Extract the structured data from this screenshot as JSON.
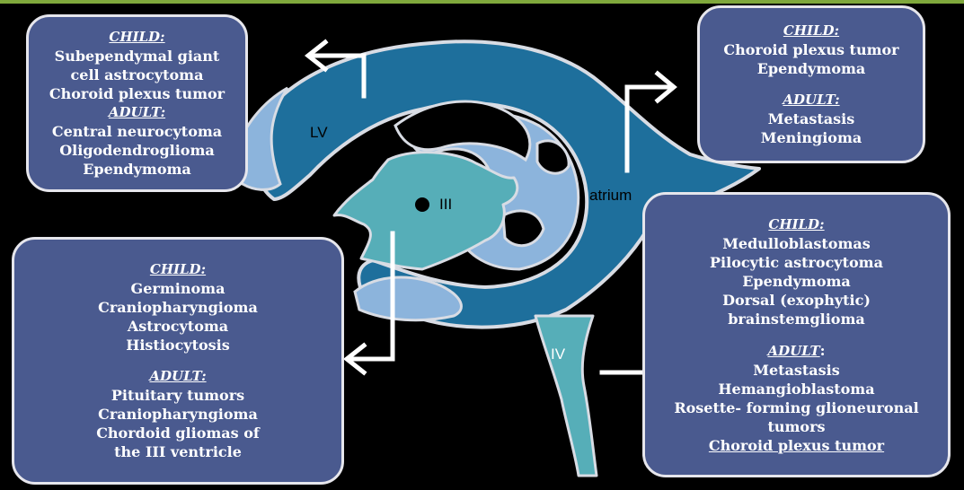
{
  "diagram": {
    "labels": {
      "lv": "LV",
      "iii": "III",
      "atrium": "atrium",
      "iv": "IV"
    },
    "colors": {
      "background": "#000000",
      "box": "#4a5a8f",
      "ventricle_dark": "#1e6f9c",
      "ventricle_light": "#8cb4dc",
      "third_ventricle": "#56aeb8",
      "outline": "#d8dce4",
      "green_bar": "#7fa83c"
    }
  },
  "boxes": {
    "top_left": {
      "child_header": "CHILD:",
      "child_items": [
        "Subependymal giant",
        "cell astrocytoma",
        "Choroid plexus tumor"
      ],
      "adult_header": "ADULT:",
      "adult_items": [
        "Central neurocytoma",
        "Oligodendroglioma",
        "Ependymoma"
      ]
    },
    "top_right": {
      "child_header": "CHILD:",
      "child_items": [
        "Choroid plexus tumor",
        "Ependymoma"
      ],
      "adult_header": "ADULT:",
      "adult_items": [
        "Metastasis",
        "Meningioma"
      ]
    },
    "bottom_left": {
      "child_header": "CHILD:",
      "child_items": [
        "Germinoma",
        "Craniopharyngioma",
        "Astrocytoma",
        "Histiocytosis"
      ],
      "adult_header": "ADULT:",
      "adult_items": [
        "Pituitary tumors",
        "Craniopharyngioma",
        "Chordoid gliomas of",
        "the III ventricle"
      ]
    },
    "bottom_right": {
      "child_header": "CHILD:",
      "child_items": [
        "Medulloblastomas",
        "Pilocytic astrocytoma",
        "Ependymoma",
        "Dorsal (exophytic)",
        "brainstemglioma"
      ],
      "adult_header": "ADULT",
      "adult_header_suffix": ":",
      "adult_items": [
        "Metastasis",
        "Hemangioblastoma",
        "Rosette- forming glioneuronal",
        "tumors",
        "Choroid plexus tumor"
      ]
    }
  }
}
